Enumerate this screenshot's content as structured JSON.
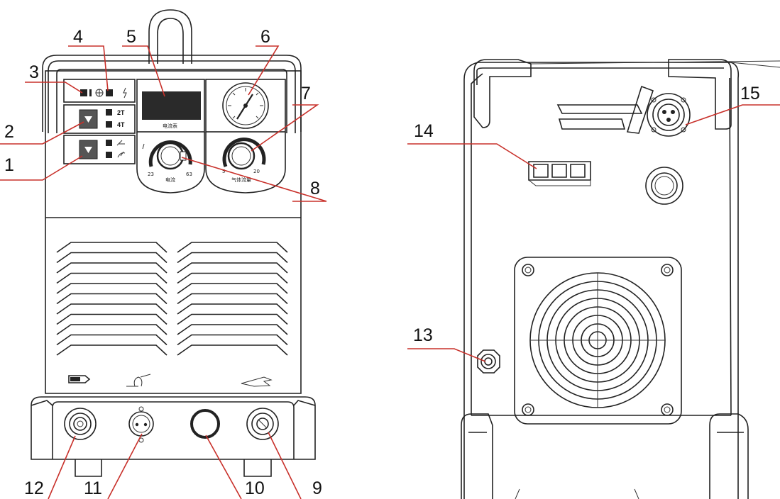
{
  "callouts": {
    "c1": "1",
    "c2": "2",
    "c3": "3",
    "c4": "4",
    "c5": "5",
    "c6": "6",
    "c7": "7",
    "c8": "8",
    "c9": "9",
    "c10": "10",
    "c11": "11",
    "c12": "12",
    "c13": "13",
    "c14": "14",
    "c15": "15"
  },
  "panel": {
    "mode_2t": "2T",
    "mode_4t": "4T",
    "display_label": "电流表",
    "current_knob_label": "电流",
    "current_min": "23",
    "current_max": "63",
    "gas_knob_label": "气体流量",
    "gas_min": "5",
    "gas_max": "20"
  },
  "colors": {
    "leader": "#c8302a",
    "outline": "#222222"
  }
}
